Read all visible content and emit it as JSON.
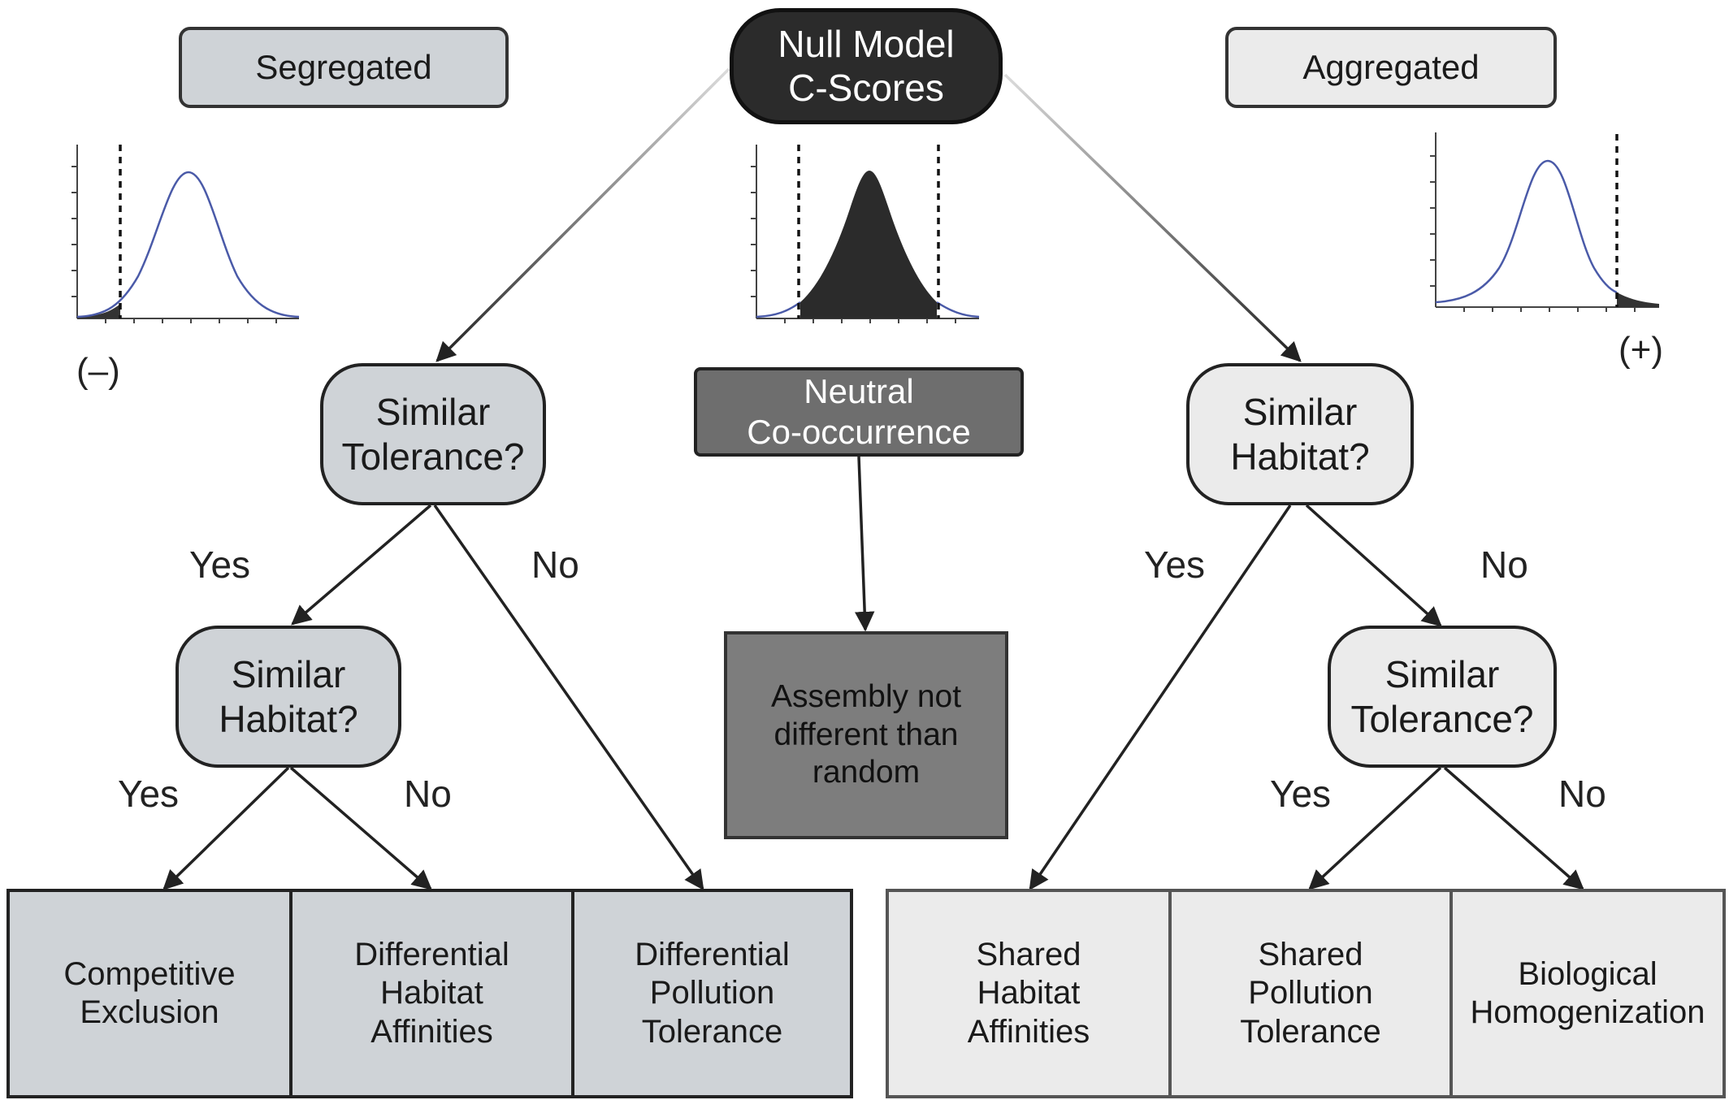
{
  "categories": {
    "segregated": "Segregated",
    "aggregated": "Aggregated"
  },
  "root": "Null Model\nC-Scores",
  "neutral": "Neutral\nCo-occurrence",
  "random": "Assembly not\ndifferent than\nrandom",
  "questions": {
    "left_tolerance": "Similar\nTolerance?",
    "left_habitat": "Similar\nHabitat?",
    "right_habitat": "Similar\nHabitat?",
    "right_tolerance": "Similar\nTolerance?"
  },
  "branch_labels": {
    "yes": "Yes",
    "no": "No"
  },
  "tail_labels": {
    "negative": "(–)",
    "positive": "(+)"
  },
  "outcomes": {
    "competitive_exclusion": "Competitive\nExclusion",
    "differential_habitat": "Differential\nHabitat\nAffinities",
    "differential_pollution": "Differential\nPollution\nTolerance",
    "shared_habitat": "Shared\nHabitat\nAffinities",
    "shared_pollution": "Shared\nPollution\nTolerance",
    "biological_homogenization": "Biological\nHomogenization"
  },
  "colors": {
    "segregated_fill": "#cfd3d7",
    "aggregated_fill": "#ebebeb",
    "root_fill": "#2b2b2b",
    "neutral_fill": "#6e6e6e",
    "random_fill": "#7d7d7d",
    "curve_line": "#4a5aa8",
    "tail_fill": "#333333"
  }
}
